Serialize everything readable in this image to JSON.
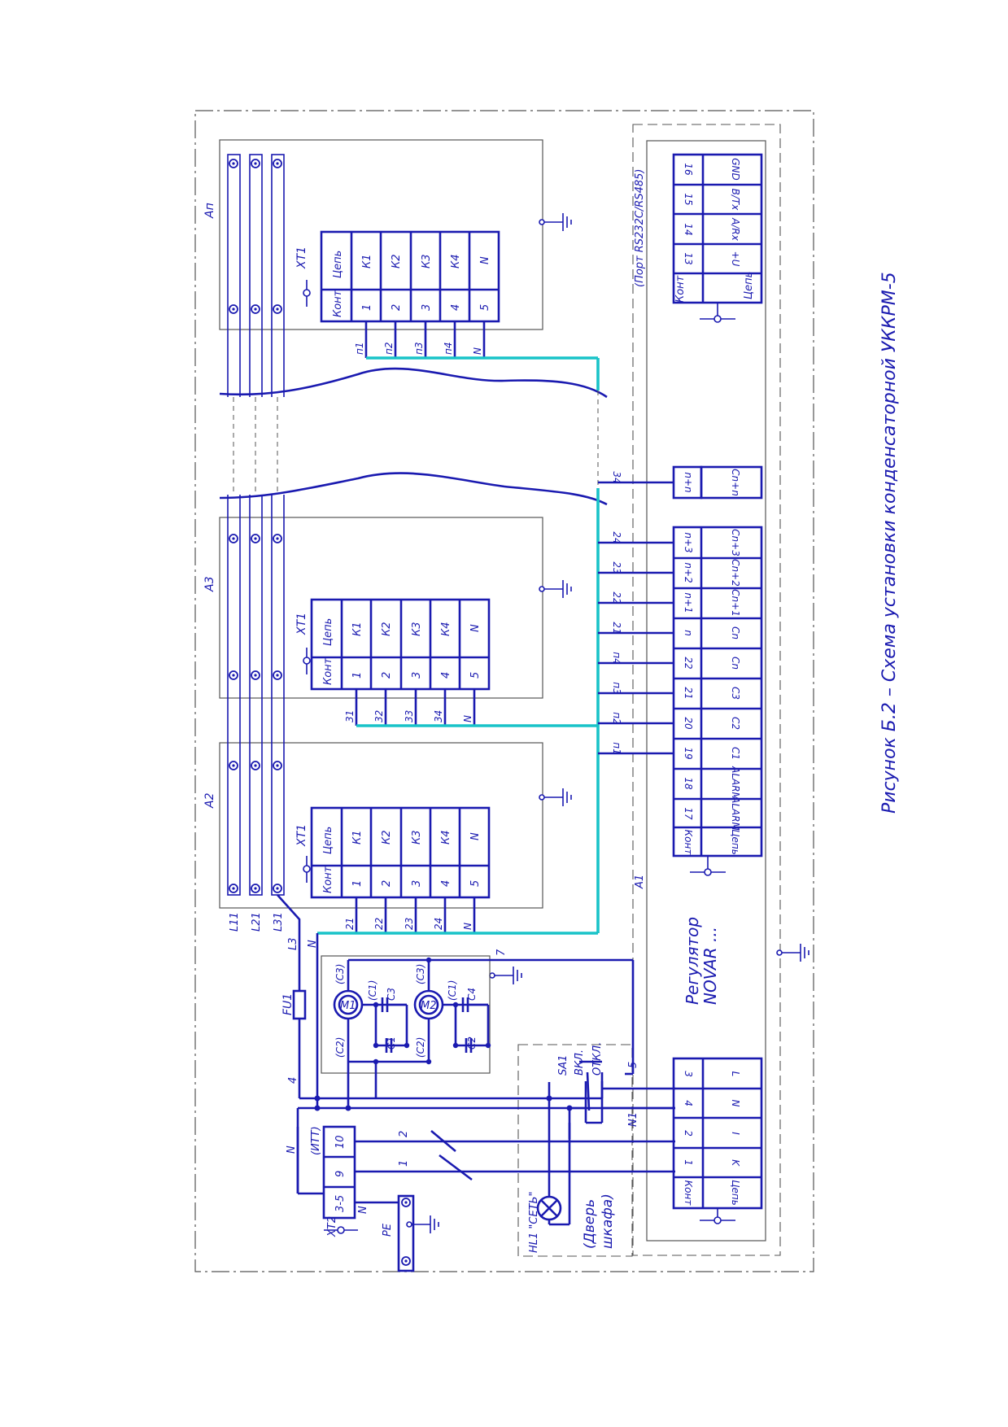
{
  "figure": {
    "caption": "Рисунок Б.2 – Схема установки конденсаторной УККРМ-5"
  },
  "modules": [
    {
      "name": "Ап",
      "terminal": "XT1",
      "head": [
        "Конт",
        "Цепь"
      ],
      "rows": [
        [
          "1",
          "К1"
        ],
        [
          "2",
          "К2"
        ],
        [
          "3",
          "К3"
        ],
        [
          "4",
          "К4"
        ],
        [
          "5",
          "N"
        ]
      ],
      "wires": [
        "п1",
        "п2",
        "п3",
        "п4",
        "N"
      ]
    },
    {
      "name": "А3",
      "terminal": "XT1",
      "head": [
        "Конт",
        "Цепь"
      ],
      "rows": [
        [
          "1",
          "К1"
        ],
        [
          "2",
          "К2"
        ],
        [
          "3",
          "К3"
        ],
        [
          "4",
          "К4"
        ],
        [
          "5",
          "N"
        ]
      ],
      "wires": [
        "31",
        "32",
        "33",
        "34",
        "N"
      ]
    },
    {
      "name": "А2",
      "terminal": "XT1",
      "head": [
        "Конт",
        "Цепь"
      ],
      "rows": [
        [
          "1",
          "К1"
        ],
        [
          "2",
          "К2"
        ],
        [
          "3",
          "К3"
        ],
        [
          "4",
          "К4"
        ],
        [
          "5",
          "N"
        ]
      ],
      "wires": [
        "21",
        "22",
        "23",
        "24",
        "N"
      ]
    }
  ],
  "bus": {
    "labels": [
      "L11",
      "L21",
      "L31"
    ],
    "feed": [
      "L3",
      "N"
    ]
  },
  "regulator": {
    "id": "A1",
    "name": "Регулятор",
    "model": "NOVAR ...",
    "port": "(Порт RS232C/RS485)",
    "port_head": [
      "Конт",
      "Цепь"
    ],
    "port_rows": [
      [
        "13",
        "+U"
      ],
      [
        "14",
        "A/Rx"
      ],
      [
        "15",
        "B/Tx"
      ],
      [
        "16",
        "GND"
      ]
    ],
    "out_head": [
      "Конт",
      "Цепь"
    ],
    "out_rows": [
      [
        "17",
        "ALARM"
      ],
      [
        "18",
        "ALARM"
      ],
      [
        "19",
        "C1"
      ],
      [
        "20",
        "C2"
      ],
      [
        "21",
        "C3"
      ],
      [
        "22",
        "Cn"
      ],
      [
        "n",
        "Cn"
      ],
      [
        "n+1",
        "Cn+1"
      ],
      [
        "n+2",
        "Cn+2"
      ],
      [
        "n+3",
        "Cn+3"
      ]
    ],
    "out_wires": [
      "п1",
      "п2",
      "п3",
      "п4",
      "21",
      "22",
      "23",
      "24"
    ],
    "extra_row": [
      "n+n",
      "Cn+n"
    ],
    "extra_wire": "34",
    "in_head": [
      "Конт",
      "Цепь"
    ],
    "in_rows": [
      [
        "1",
        "K"
      ],
      [
        "2",
        "I"
      ],
      [
        "4",
        "N"
      ],
      [
        "3",
        "L"
      ]
    ]
  },
  "fans": {
    "items": [
      "M1",
      "M2"
    ],
    "caps": [
      "C1",
      "C2",
      "C3",
      "C4"
    ],
    "pins": [
      "(C1)",
      "(C2)",
      "(C3)",
      "(C1)",
      "(C2)",
      "(C3)"
    ],
    "wire": "7"
  },
  "fuse": "FU1",
  "switch": {
    "name": "SA1",
    "on": "ВКЛ.",
    "off": "ОТКЛ.",
    "wires": [
      "4",
      "5",
      "N1"
    ]
  },
  "lamp": {
    "name": "HL1 \"СЕТЬ\"",
    "door": "(Дверь",
    "door2": "шкафа)"
  },
  "xt2": {
    "name": "XT2",
    "group": "(ИТТ)",
    "rows": [
      "10",
      "9",
      "3-5"
    ],
    "wires": [
      "2",
      "1",
      "N",
      "N"
    ]
  },
  "pe": "PE",
  "colors": {
    "ink": "#1a1ab0",
    "link": "#19c3c8",
    "frame": "#555555"
  }
}
